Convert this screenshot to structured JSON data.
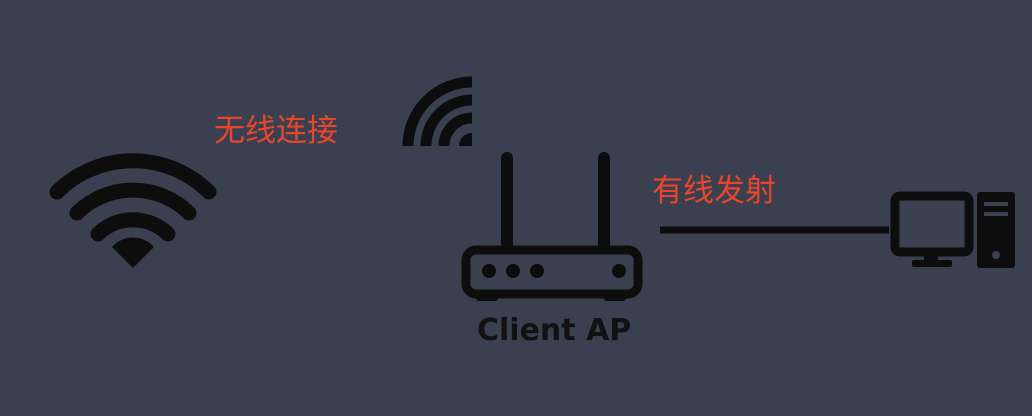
{
  "labels": {
    "wireless_connection": "无线连接",
    "wired_transmit": "有线发射",
    "router_caption": "Client AP"
  },
  "icons": {
    "wifi": "wifi-icon",
    "router_signal": "signal-arc-icon",
    "router": "router-icon",
    "computer": "desktop-computer-icon"
  },
  "colors": {
    "background": "#3b4050",
    "label": "#e8452c",
    "icon": "#0d0d0d",
    "caption": "#111111"
  }
}
